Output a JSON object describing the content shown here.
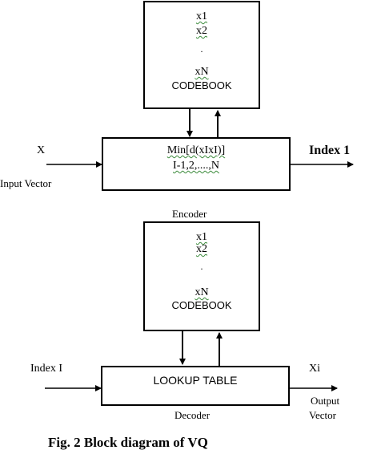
{
  "encoder": {
    "codebook_entries": [
      "x1",
      "x2",
      ".",
      "xN"
    ],
    "codebook_title": "CODEBOOK",
    "formula_line1": "Min[d(xIxI)]",
    "formula_line2": "I-1,2,....,N",
    "input_symbol": "X",
    "input_label": "Input Vector",
    "output_label": "Index 1",
    "caption": "Encoder"
  },
  "decoder": {
    "codebook_entries": [
      "x1",
      "x2",
      ".",
      "xN"
    ],
    "codebook_title": "CODEBOOK",
    "table_label": "LOOKUP TABLE",
    "input_label": "Index I",
    "output_symbol": "Xi",
    "output_label_line1": "Output",
    "output_label_line2": "Vector",
    "caption": "Decoder"
  },
  "figure_caption": "Fig. 2 Block diagram of VQ"
}
